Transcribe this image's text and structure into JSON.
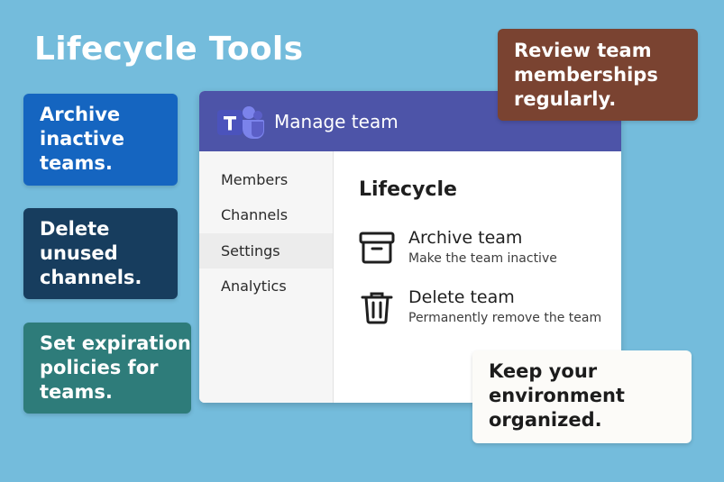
{
  "page": {
    "title": "Lifecycle Tools"
  },
  "tips": {
    "archive": [
      "Archive",
      "inactive",
      "teams."
    ],
    "delete": [
      "Delete",
      "unused",
      "channels."
    ],
    "expire": [
      "Set expiration",
      "policies for",
      "teams."
    ],
    "review": [
      "Review team",
      "memberships",
      "regularly."
    ],
    "keep": [
      "Keep your",
      "environment",
      "organized."
    ]
  },
  "window": {
    "logo_icon": "microsoft-teams-logo",
    "title": "Manage team",
    "sidebar": {
      "items": [
        {
          "label": "Members"
        },
        {
          "label": "Channels"
        },
        {
          "label": "Settings",
          "active": true
        },
        {
          "label": "Analytics"
        }
      ]
    },
    "main": {
      "section_title": "Lifecycle",
      "actions": [
        {
          "icon": "archive-box-icon",
          "title": "Archive team",
          "description": "Make the team inactive"
        },
        {
          "icon": "trash-can-icon",
          "title": "Delete team",
          "description": "Permanently remove the team"
        }
      ]
    }
  },
  "colors": {
    "background": "#74bcdc",
    "header": "#4d54a8",
    "archive_card": "#1565c0",
    "delete_card": "#173d5e",
    "expire_card": "#2e7c7a",
    "review_card": "#7a4331",
    "keep_card": "#fcfbf8"
  }
}
